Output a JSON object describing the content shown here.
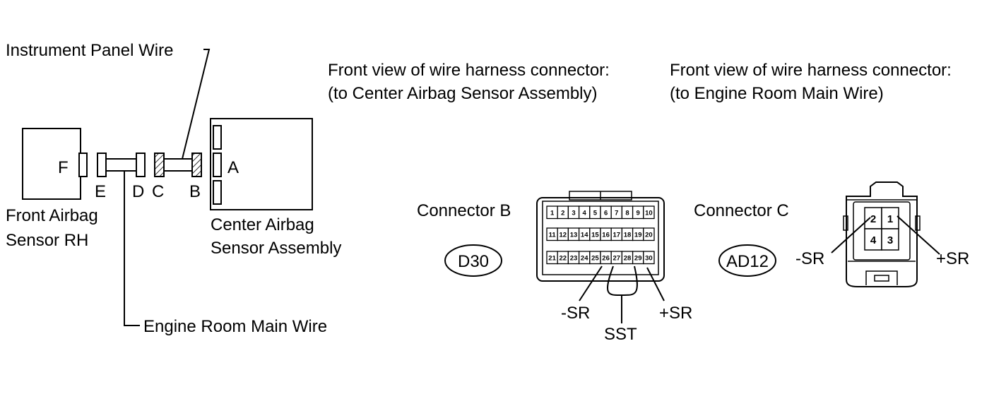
{
  "labels": {
    "instrument_panel_wire": "Instrument Panel Wire",
    "engine_room_main_wire": "Engine Room Main Wire",
    "front_airbag_line1": "Front Airbag",
    "front_airbag_line2": "Sensor RH",
    "center_airbag_line1": "Center Airbag",
    "center_airbag_line2": "Sensor Assembly",
    "conn_F": "F",
    "conn_E": "E",
    "conn_D": "D",
    "conn_C": "C",
    "conn_B": "B",
    "conn_A": "A"
  },
  "front_view_b": {
    "line1": "Front view of wire harness connector:",
    "line2": "(to Center Airbag Sensor Assembly)"
  },
  "front_view_c": {
    "line1": "Front view of wire harness connector:",
    "line2": "(to Engine Room Main Wire)"
  },
  "connector_b": {
    "title": "Connector B",
    "code": "D30",
    "pin_rows": [
      [
        "1",
        "2",
        "3",
        "4",
        "5",
        "6",
        "7",
        "8",
        "9",
        "10"
      ],
      [
        "11",
        "12",
        "13",
        "14",
        "15",
        "16",
        "17",
        "18",
        "19",
        "20"
      ],
      [
        "21",
        "22",
        "23",
        "24",
        "25",
        "26",
        "27",
        "28",
        "29",
        "30"
      ]
    ],
    "neg_label": "-SR",
    "pos_label": "+SR",
    "sst_label": "SST"
  },
  "connector_c": {
    "title": "Connector C",
    "code": "AD12",
    "pins": [
      "2",
      "1",
      "4",
      "3"
    ],
    "neg_label": "-SR",
    "pos_label": "+SR"
  }
}
